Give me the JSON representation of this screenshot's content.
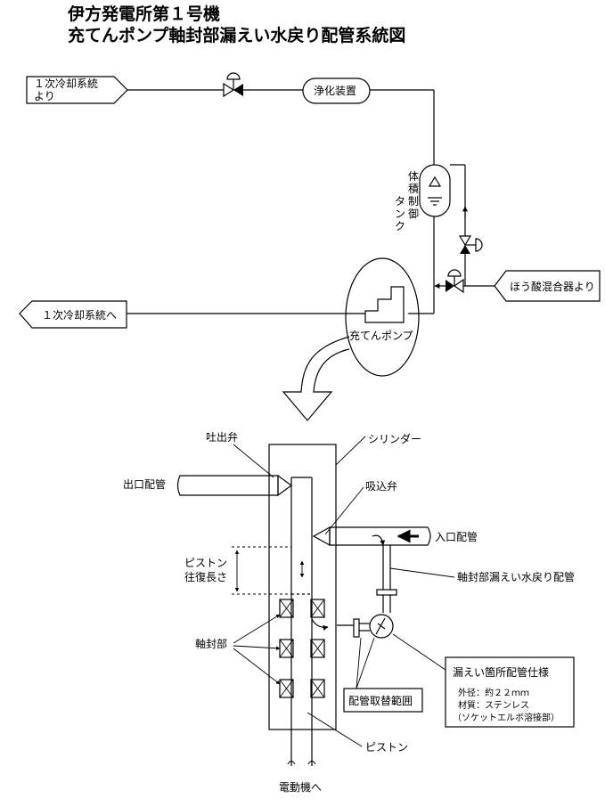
{
  "title": {
    "line1": "伊方発電所第１号機",
    "line2": "充てんポンプ軸封部漏えい水戻り配管系統図"
  },
  "upper_system": {
    "inlet_from_primary_1": "１次冷却系統",
    "inlet_from_primary_2": "より",
    "purifier": "浄化装置",
    "vct_chars": [
      "体",
      "積",
      "制",
      "御",
      "タ",
      "ン",
      "ク"
    ],
    "outlet_to_primary": "１次冷却系統へ",
    "boric_acid_mixer": "ほう酸混合器より",
    "charging_pump": "充てんポンプ"
  },
  "detail": {
    "discharge_valve": "吐出弁",
    "cylinder": "シリンダー",
    "outlet_pipe": "出口配管",
    "suction_valve": "吸込弁",
    "inlet_pipe": "入口配管",
    "piston_stroke_1": "ピストン",
    "piston_stroke_2": "往復長さ",
    "leak_return_pipe": "軸封部漏えい水戻り配管",
    "shaft_seal": "軸封部",
    "spec_title": "漏えい箇所配管仕様",
    "spec_od": "外径：約２２ｍｍ",
    "spec_material": "材質：ステンレス",
    "spec_joint": "（ソケットエルボ溶接部）",
    "replacement_range": "配管取替範囲",
    "piston": "ピストン",
    "to_motor": "電動機へ"
  }
}
